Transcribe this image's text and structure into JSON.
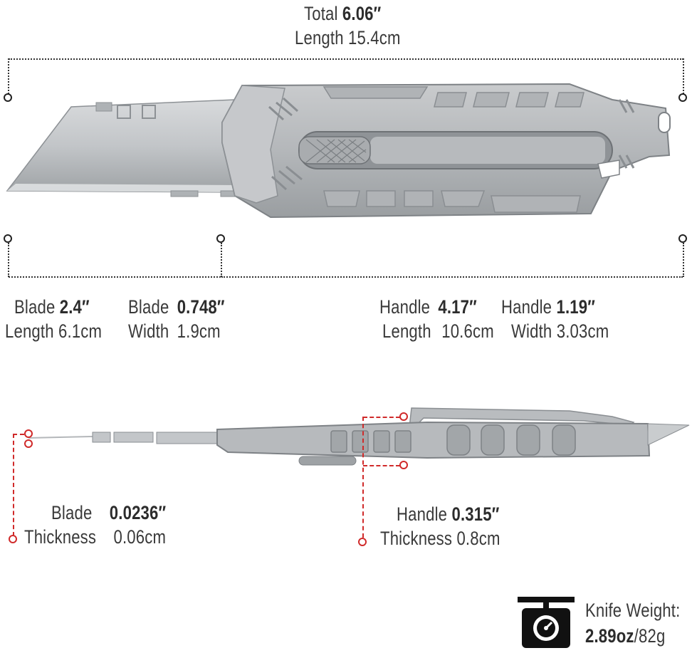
{
  "total": {
    "label": "Total",
    "inches": "6.06″",
    "length_label": "Length",
    "cm": "15.4cm"
  },
  "blade_length": {
    "label": "Blade",
    "inches": "2.4″",
    "sub_label": "Length",
    "cm": "6.1cm"
  },
  "blade_width": {
    "label": "Blade",
    "inches": "0.748″",
    "sub_label": "Width",
    "cm": "1.9cm"
  },
  "handle_length": {
    "label": "Handle",
    "inches": "4.17″",
    "sub_label": "Length",
    "cm": "10.6cm"
  },
  "handle_width": {
    "label": "Handle",
    "inches": "1.19″",
    "sub_label": "Width",
    "cm": "3.03cm"
  },
  "blade_thickness": {
    "label": "Blade",
    "inches": "0.0236″",
    "sub_label": "Thickness",
    "cm": "0.06cm"
  },
  "handle_thickness": {
    "label": "Handle",
    "inches": "0.315″",
    "sub_label": "Thickness",
    "cm": "0.8cm"
  },
  "weight": {
    "label": "Knife Weight:",
    "oz": "2.89oz",
    "grams": "/82g",
    "icon": "scale-icon"
  },
  "colors": {
    "dimension_line": "#333333",
    "thickness_marker": "#d02a2a",
    "steel": "#b9bcbf",
    "text": "#3a3a3a"
  }
}
